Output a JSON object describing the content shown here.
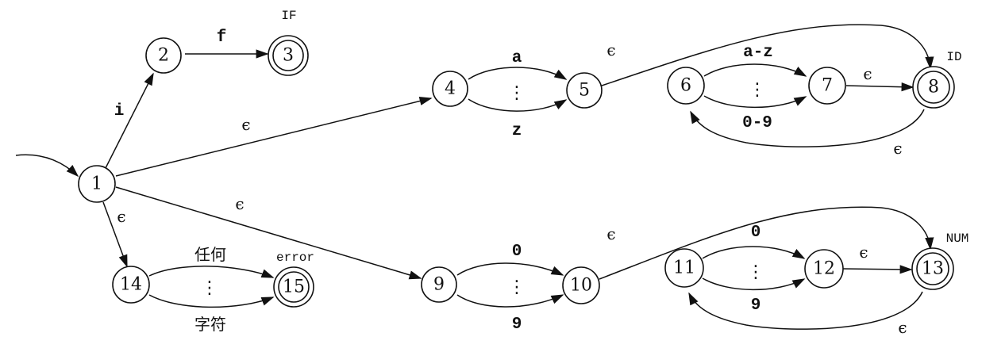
{
  "states": {
    "s1": "1",
    "s2": "2",
    "s3": "3",
    "s4": "4",
    "s5": "5",
    "s6": "6",
    "s7": "7",
    "s8": "8",
    "s9": "9",
    "s10": "10",
    "s11": "11",
    "s12": "12",
    "s13": "13",
    "s14": "14",
    "s15": "15"
  },
  "tokens": {
    "if": "IF",
    "id": "ID",
    "num": "NUM",
    "error": "error"
  },
  "edges": {
    "e1_2": "i",
    "e2_3": "f",
    "e1_4": "ϵ",
    "e1_9": "ϵ",
    "e1_14": "ϵ",
    "e4_5_top": "a",
    "e4_5_bot": "z",
    "e4_5_dots": "⋮",
    "e5_8": "ϵ",
    "e6_7_top": "a-z",
    "e6_7_bot": "0-9",
    "e6_7_dots": "⋮",
    "e7_8": "ϵ",
    "e8_6": "ϵ",
    "e9_10_top": "0",
    "e9_10_bot": "9",
    "e9_10_dots": "⋮",
    "e10_13": "ϵ",
    "e11_12_top": "0",
    "e11_12_bot": "9",
    "e11_12_dots": "⋮",
    "e12_13": "ϵ",
    "e13_11": "ϵ",
    "e14_15_top": "任何",
    "e14_15_bot": "字符",
    "e14_15_dots": "⋮"
  }
}
